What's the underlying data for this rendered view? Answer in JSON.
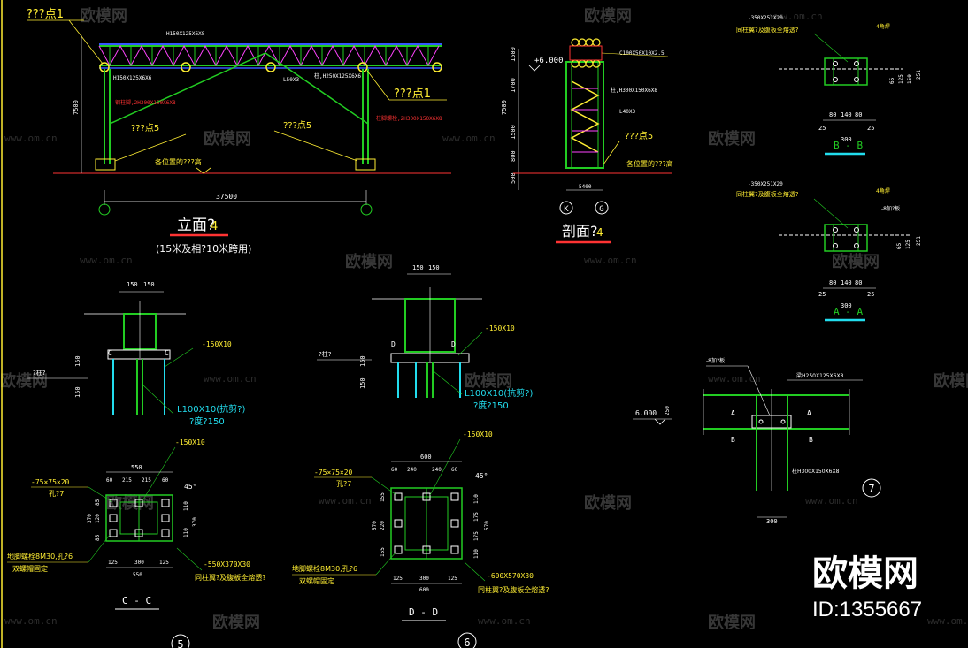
{
  "colors": {
    "bg": "#000000",
    "green": "#22cc22",
    "yellow": "#ffee33",
    "white": "#ffffff",
    "cyan": "#22ddee",
    "magenta": "#ff44ff",
    "red": "#ff3333",
    "blue": "#3355ff"
  },
  "watermark": {
    "brand": "欧模网",
    "url": "www.om.cn"
  },
  "big_watermark": {
    "brand": "欧模网",
    "id": "ID:1355667"
  },
  "elevation": {
    "label_point1_top": "???点1",
    "label_point1_right": "???点1",
    "label_point5_left": "???点5",
    "label_point5_mid": "???点5",
    "member_top": "H150X125X6X8",
    "member_bottom": "H150X125X6X6",
    "member_l": "L50X3",
    "member_right": "柱,H250X125X6X6",
    "member_red1": "钢柱脚,2H300X150X6X8",
    "member_red2": "柱脚螺栓,2H300X150X6X8",
    "ground_note": "各位置的???高",
    "dim_total": "37500",
    "height_dim": "7500",
    "title": "立面?",
    "title_num": "4",
    "subtitle": "(15米及相?10米跨用)"
  },
  "section": {
    "elev_label": "+6.000",
    "dims": [
      "1500",
      "1700",
      "7500",
      "1500",
      "800",
      "500"
    ],
    "member_top": "C100X50X10X2.5",
    "member_h": "柱,H300X150X6X8",
    "member_l": "L40X3",
    "point5": "???点5",
    "ground_note": "各位置的???高",
    "width": "5400",
    "axis_k": "K",
    "axis_g": "G",
    "title": "剖面?",
    "title_num": "4"
  },
  "detail_bb": {
    "plate": "-350X251X20",
    "note": "同柱翼?及腹板全熔透?",
    "weld": "4角焊",
    "dims": [
      "80",
      "140",
      "80",
      "25",
      "300",
      "25"
    ],
    "vdims": [
      "150",
      "125",
      "65",
      "251"
    ],
    "title": "B - B"
  },
  "detail_aa": {
    "plate": "-350X251X20",
    "note": "同柱翼?及腹板全熔透?",
    "weld": "4角焊",
    "rib": "-8加?板",
    "dims": [
      "80",
      "140",
      "80",
      "25",
      "300",
      "25"
    ],
    "vdims": [
      "125",
      "65",
      "251"
    ],
    "title": "A - A"
  },
  "detail_c": {
    "dims_top": [
      "150",
      "150"
    ],
    "plate": "-150X10",
    "angle": "L100X10(抗剪?)",
    "angle_len": "?度?150",
    "col_top": "?柱?",
    "vdims": [
      "150",
      "150"
    ],
    "tag": "C"
  },
  "detail_d": {
    "dims_top": [
      "150",
      "150"
    ],
    "plate": "-150X10",
    "angle": "L100X10(抗剪?)",
    "angle_len": "?度?150",
    "col_top": "?柱?",
    "vdims": [
      "150",
      "150"
    ],
    "tag": "D"
  },
  "detail_7": {
    "plate": "-8加?板",
    "member": "梁H250X125X6X8",
    "col": "柱H300X150X6X8",
    "elev": "6.000",
    "v": "250",
    "bottom": "300",
    "tag_a": "A",
    "tag_b": "B",
    "circle": "7"
  },
  "plan_cc": {
    "plate": "-150X10",
    "angle": "-75×75×20",
    "hole": "孔?7",
    "dims_top": [
      "550",
      "60",
      "215",
      "215",
      "60"
    ],
    "vdims": [
      "370",
      "85",
      "120",
      "85"
    ],
    "rvdims": [
      "110",
      "110",
      "370"
    ],
    "dims_bot": [
      "125",
      "300",
      "125",
      "550"
    ],
    "base": "-550X370X30",
    "weld": "同柱翼?及腹板全熔透?",
    "bolts": "地脚螺栓8M30,孔?6",
    "nut": "双螺帽固定",
    "angle45": "45°",
    "title": "C - C",
    "circle": "5"
  },
  "plan_dd": {
    "plate": "-150X10",
    "angle": "-75×75×20",
    "hole": "孔?7",
    "dims_top": [
      "600",
      "60",
      "240",
      "240",
      "60"
    ],
    "vdims": [
      "570",
      "155",
      "220",
      "155"
    ],
    "rvdims": [
      "110",
      "175",
      "175",
      "110",
      "570"
    ],
    "dims_bot": [
      "125",
      "300",
      "125",
      "600"
    ],
    "base": "-600X570X30",
    "weld": "同柱翼?及腹板全熔透?",
    "bolts": "地脚螺栓8M30,孔?6",
    "nut": "双螺帽固定",
    "angle45": "45°",
    "title": "D - D",
    "circle": "6"
  }
}
